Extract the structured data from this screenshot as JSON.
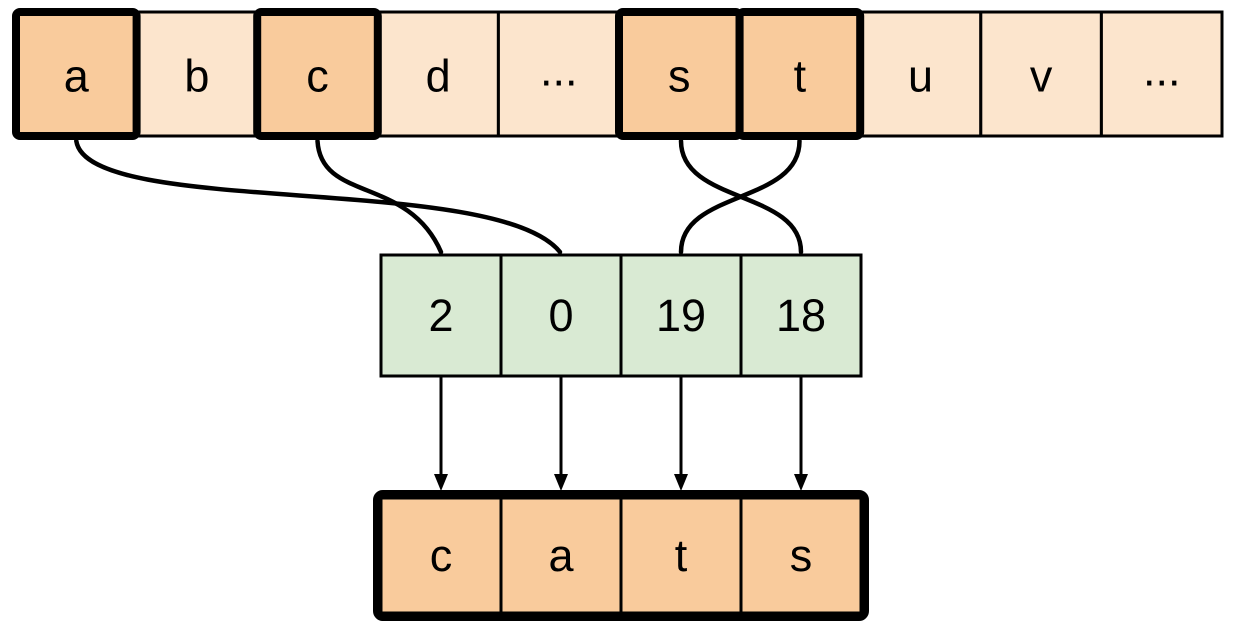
{
  "colors": {
    "highlight_fill": "#f9cb9c",
    "plain_fill": "#fce5cd",
    "index_fill": "#d9ead3",
    "line": "#000000",
    "background": "#ffffff"
  },
  "alphabet_row": {
    "cells": [
      {
        "label": "a",
        "highlighted": true
      },
      {
        "label": "b",
        "highlighted": false
      },
      {
        "label": "c",
        "highlighted": true
      },
      {
        "label": "d",
        "highlighted": false
      },
      {
        "label": "...",
        "highlighted": false
      },
      {
        "label": "s",
        "highlighted": true
      },
      {
        "label": "t",
        "highlighted": true
      },
      {
        "label": "u",
        "highlighted": false
      },
      {
        "label": "v",
        "highlighted": false
      },
      {
        "label": "...",
        "highlighted": false
      }
    ]
  },
  "index_row": {
    "cells": [
      {
        "value": "2"
      },
      {
        "value": "0"
      },
      {
        "value": "19"
      },
      {
        "value": "18"
      }
    ]
  },
  "output_row": {
    "cells": [
      {
        "label": "c"
      },
      {
        "label": "a"
      },
      {
        "label": "t"
      },
      {
        "label": "s"
      }
    ]
  },
  "mappings": [
    {
      "from_char": "c",
      "to_index": "2"
    },
    {
      "from_char": "a",
      "to_index": "0"
    },
    {
      "from_char": "t",
      "to_index": "19"
    },
    {
      "from_char": "s",
      "to_index": "18"
    }
  ]
}
